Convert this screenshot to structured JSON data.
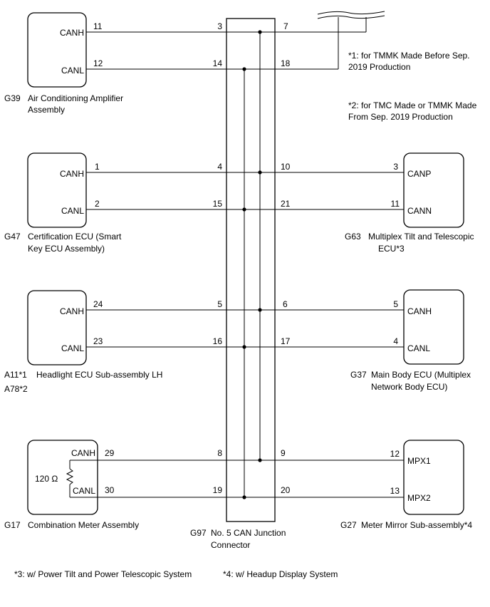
{
  "ecus": {
    "g39": {
      "code": "G39",
      "name_lines": [
        "Air Conditioning Amplifier",
        "Assembly"
      ],
      "sig_h": "CANH",
      "sig_l": "CANL",
      "pin_h": "11",
      "pin_l": "12",
      "jpin_h": "3",
      "jpin_l": "14"
    },
    "g47": {
      "code": "G47",
      "name_lines": [
        "Certification ECU (Smart",
        "Key ECU Assembly)"
      ],
      "sig_h": "CANH",
      "sig_l": "CANL",
      "pin_h": "1",
      "pin_l": "2",
      "jpin_h": "4",
      "jpin_l": "15"
    },
    "a11": {
      "code1": "A11*1",
      "code2": "A78*2",
      "name": "Headlight ECU Sub-assembly LH",
      "sig_h": "CANH",
      "sig_l": "CANL",
      "pin_h": "24",
      "pin_l": "23",
      "jpin_h": "5",
      "jpin_l": "16"
    },
    "g17": {
      "code": "G17",
      "name": "Combination Meter Assembly",
      "sig_h": "CANH",
      "sig_l": "CANL",
      "pin_h": "29",
      "pin_l": "30",
      "jpin_h": "8",
      "jpin_l": "19",
      "resistor": "120 Ω"
    },
    "g63": {
      "code": "G63",
      "name_lines": [
        "Multiplex Tilt and Telescopic",
        "ECU*3"
      ],
      "sig_h": "CANP",
      "sig_l": "CANN",
      "pin_h": "3",
      "pin_l": "11",
      "jpin_h": "10",
      "jpin_l": "21"
    },
    "g37": {
      "code": "G37",
      "name_lines": [
        "Main Body ECU (Multiplex",
        "Network Body ECU)"
      ],
      "sig_h": "CANH",
      "sig_l": "CANL",
      "pin_h": "5",
      "pin_l": "4",
      "jpin_h": "6",
      "jpin_l": "17"
    },
    "g27": {
      "code": "G27",
      "name": "Meter Mirror Sub-assembly*4",
      "sig_h": "MPX1",
      "sig_l": "MPX2",
      "pin_h": "12",
      "pin_l": "13",
      "jpin_h": "9",
      "jpin_l": "20"
    }
  },
  "junction": {
    "code": "G97",
    "name_lines": [
      "No. 5 CAN Junction",
      "Connector"
    ],
    "spare_pin_h": "7",
    "spare_pin_l": "18"
  },
  "notes": {
    "n1": [
      "*1: for TMMK Made Before Sep.",
      "2019 Production"
    ],
    "n2": [
      "*2: for TMC Made or TMMK Made",
      "From Sep. 2019 Production"
    ],
    "n3": "*3: w/ Power Tilt and Power Telescopic System",
    "n4": "*4: w/ Headup Display System"
  }
}
